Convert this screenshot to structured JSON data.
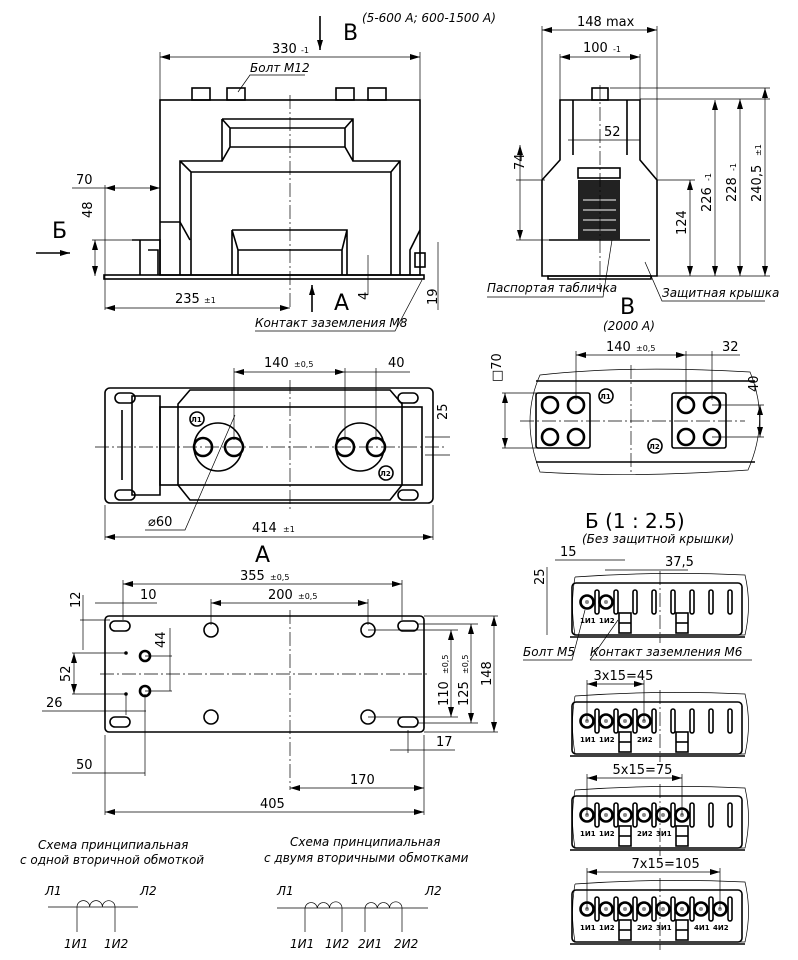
{
  "front_view": {
    "view_letter": "В",
    "current_range": "(5-600 А; 600-1500 А)",
    "dim_width": "330",
    "dim_width_tol": "-1",
    "bolt_label": "Болт M12",
    "dim_70": "70",
    "dim_48": "48",
    "view_b_letter": "Б",
    "dim_235": "235",
    "dim_235_tol": "±1",
    "view_a_letter": "А",
    "dim_4": "4",
    "dim_19": "19",
    "ground_label": "Контакт заземления M8"
  },
  "side_view": {
    "dim_148": "148 max",
    "dim_100": "100",
    "dim_100_tol": "-1",
    "dim_52": "52",
    "dim_74": "74",
    "dim_124": "124",
    "dim_226": "226",
    "dim_226_tol": "-1",
    "dim_228": "228",
    "dim_228_tol": "-1",
    "dim_240": "240,5",
    "dim_240_tol": "±1",
    "nameplate_label": "Паспортая табличка",
    "cover_label": "Защитная крышка",
    "view_letter": "В",
    "current": "(2000 А)"
  },
  "top_view": {
    "dim_140": "140",
    "dim_140_tol": "±0,5",
    "dim_40": "40",
    "dim_25": "25",
    "dim_dia": "⌀60",
    "dim_414": "414",
    "dim_414_tol": "±1",
    "mark_l1": "Л1",
    "mark_l2": "Л2"
  },
  "view_v2000": {
    "dim_140": "140",
    "dim_140_tol": "±0,5",
    "dim_32": "32",
    "dim_70": "□70",
    "dim_40": "40",
    "mark_l1": "Л1",
    "mark_l2": "Л2"
  },
  "bottom_view": {
    "view_letter": "А",
    "dim_355": "355",
    "dim_355_tol": "±0,5",
    "dim_200": "200",
    "dim_200_tol": "±0,5",
    "dim_10": "10",
    "dim_12": "12",
    "dim_44": "44",
    "dim_52": "52",
    "dim_26": "26",
    "dim_50": "50",
    "dim_170": "170",
    "dim_17": "17",
    "dim_405": "405",
    "dim_110": "110",
    "dim_110_tol": "±0,5",
    "dim_125": "125",
    "dim_125_tol": "±0,5",
    "dim_148": "148"
  },
  "terminal_views": {
    "title": "Б (1 : 2.5)",
    "subtitle": "(Без защитной крышки)",
    "dim_15": "15",
    "dim_37_5": "37,5",
    "dim_25": "25",
    "bolt_label": "Болт M5",
    "ground_label": "Контакт заземления M6",
    "strips": [
      {
        "dim": "",
        "count": 2,
        "labels": [
          "1И1",
          "1И2"
        ]
      },
      {
        "dim": "3x15=45",
        "count": 4,
        "labels": [
          "1И1",
          "1И2",
          "",
          "2И2"
        ]
      },
      {
        "dim": "5x15=75",
        "count": 6,
        "labels": [
          "1И1",
          "1И2",
          "",
          "2И2",
          "3И1",
          ""
        ]
      },
      {
        "dim": "7x15=105",
        "count": 8,
        "labels": [
          "1И1",
          "1И2",
          "",
          "2И2",
          "3И1",
          "",
          "4И1",
          "4И2"
        ]
      }
    ]
  },
  "schemes": [
    {
      "title_line1": "Схема принципиальная",
      "title_line2": "с одной вторичной обмоткой",
      "l1": "Л1",
      "l2": "Л2",
      "taps": [
        "1И1",
        "1И2"
      ]
    },
    {
      "title_line1": "Схема принципиальная",
      "title_line2": "с двумя вторичными обмотками",
      "l1": "Л1",
      "l2": "Л2",
      "taps": [
        "1И1",
        "1И2",
        "2И1",
        "2И2"
      ]
    }
  ]
}
